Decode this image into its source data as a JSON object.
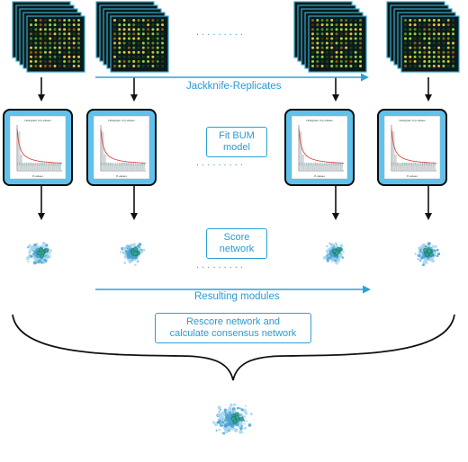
{
  "labels": {
    "jackknife": "Jackknife-Replicates",
    "fit_bum": [
      "Fit BUM",
      "model"
    ],
    "score_network": [
      "Score",
      "network"
    ],
    "resulting_modules": "Resulting modules",
    "rescore": [
      "Rescore network and",
      "calculate consensus network"
    ],
    "ellipsis": ". . . . . . . . ."
  },
  "plot_title": "Histogram of p-values",
  "plot_xlabel": "P-values",
  "columns": 4,
  "colors": {
    "accent": "#2ea0d8",
    "arrow": "#111111",
    "panel_border": "#0a0a0a",
    "panel_fill": "#5fc2ec",
    "network_light": "#a6d5ee",
    "network_mid": "#4aa3cf",
    "module_green": "#33a889",
    "module_dark": "#1f5f7a"
  },
  "icons": [
    "microarray-stack-icon",
    "histogram-plot-icon",
    "network-icon",
    "consensus-network-icon"
  ]
}
